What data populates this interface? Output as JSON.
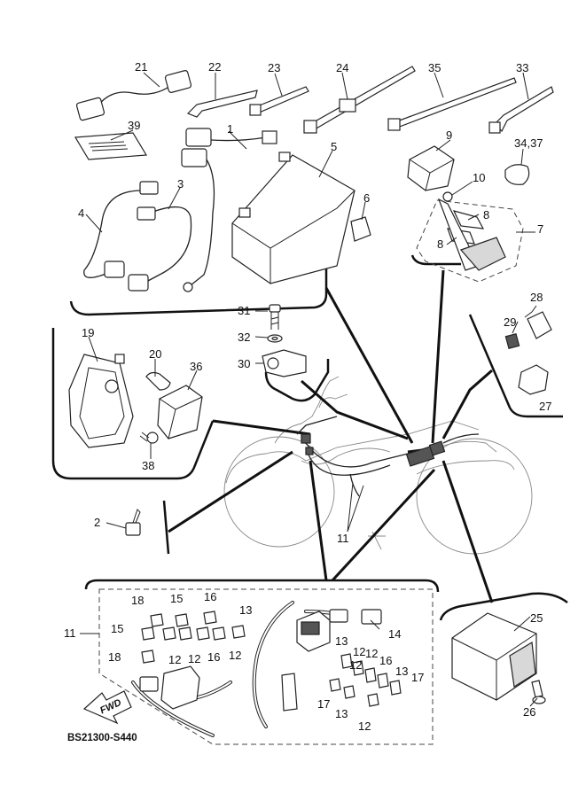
{
  "diagram": {
    "labels": [
      "21",
      "22",
      "23",
      "24",
      "35",
      "33",
      "39",
      "1",
      "5",
      "9",
      "34,37",
      "10",
      "3",
      "4",
      "6",
      "8",
      "7",
      "8",
      "31",
      "28",
      "19",
      "20",
      "36",
      "32",
      "29",
      "30",
      "27",
      "38",
      "2",
      "11",
      "18",
      "15",
      "16",
      "13",
      "11",
      "15",
      "12",
      "12",
      "16",
      "12",
      "14",
      "18",
      "12",
      "13",
      "12",
      "12",
      "16",
      "13",
      "17",
      "25",
      "17",
      "13",
      "12",
      "26"
    ],
    "callouts": [
      {
        "id": "21"
      },
      {
        "id": "22"
      },
      {
        "id": "23"
      },
      {
        "id": "24"
      },
      {
        "id": "35"
      },
      {
        "id": "33"
      }
    ],
    "direction_label": "FWD",
    "drawing_code": "BS21300-S440"
  }
}
